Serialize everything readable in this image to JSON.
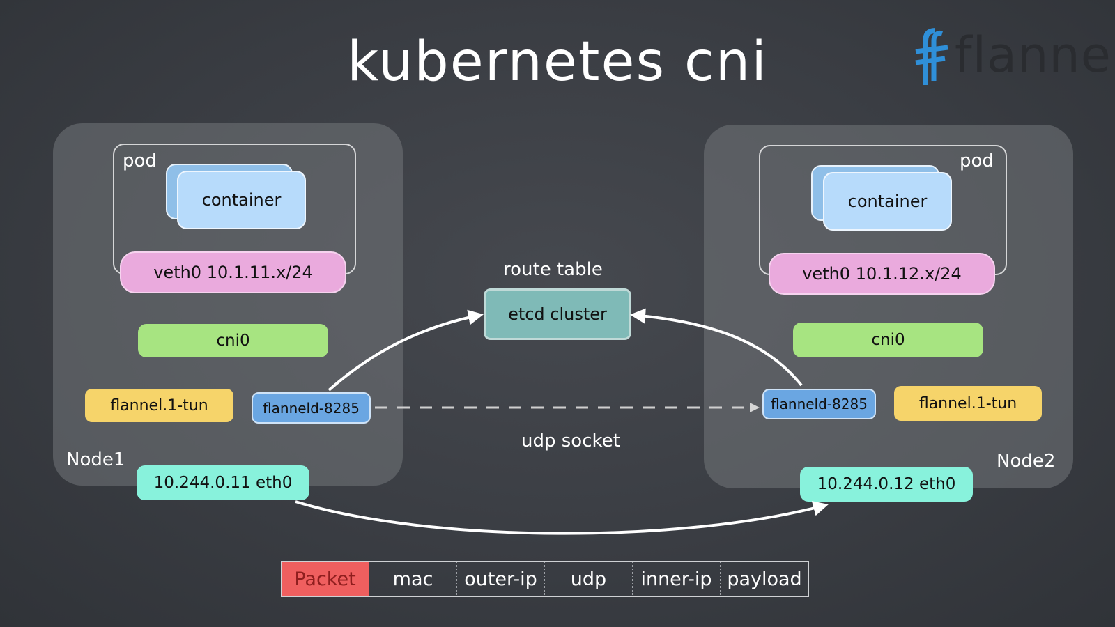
{
  "title": "kubernetes cni",
  "logo": {
    "text": "flannel",
    "icon": "flannel-logo-icon",
    "color": "#2f8fd8"
  },
  "node_left": {
    "label": "Node1",
    "pod_label": "pod",
    "container": "container",
    "veth": "veth0 10.1.11.x/24",
    "cni": "cni0",
    "tun": "flannel.1-tun",
    "flanneld": "flanneld-8285",
    "eth": "10.244.0.11 eth0"
  },
  "node_right": {
    "label": "Node2",
    "pod_label": "pod",
    "container": "container",
    "veth": "veth0 10.1.12.x/24",
    "cni": "cni0",
    "tun": "flannel.1-tun",
    "flanneld": "flanneld-8285",
    "eth": "10.244.0.12 eth0"
  },
  "center": {
    "route_table": "route table",
    "etcd": "etcd cluster",
    "udp_socket": "udp socket"
  },
  "packet": [
    "Packet",
    "mac",
    "outer-ip",
    "udp",
    "inner-ip",
    "payload"
  ],
  "colors": {
    "container": "#b7dbfb",
    "veth": "#eaaadd",
    "cni": "#a7e481",
    "tun": "#f6d46a",
    "flanneld": "#6aa6e2",
    "eth": "#88f2dc",
    "etcd": "#7fbab7",
    "packet_header": "#ef5f5f"
  }
}
